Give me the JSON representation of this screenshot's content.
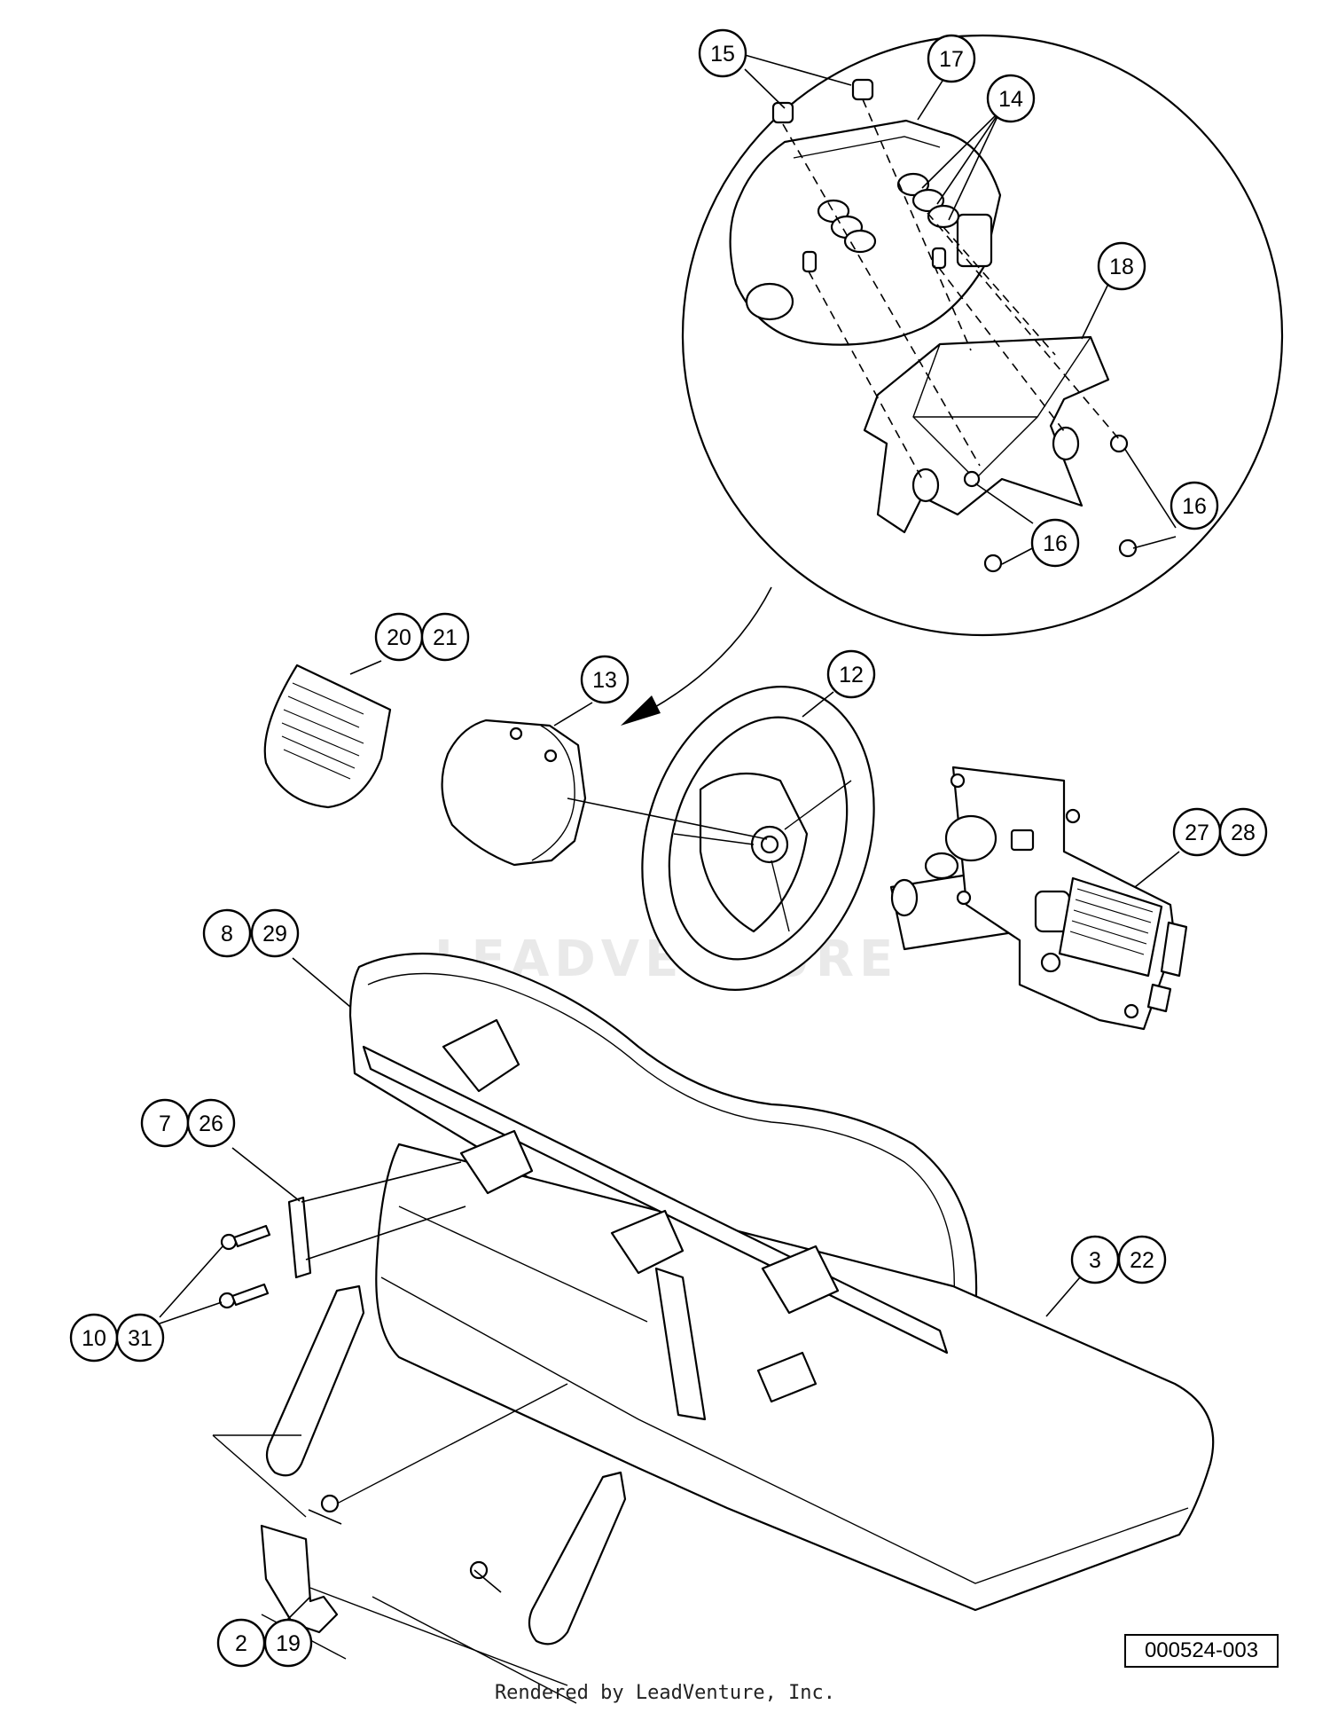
{
  "diagram": {
    "watermark": "LEADVENTURE",
    "drawing_number": "000524-003",
    "render_credit": "Rendered by LeadVenture, Inc.",
    "callouts": [
      {
        "id": "c15",
        "label": "15"
      },
      {
        "id": "c17",
        "label": "17"
      },
      {
        "id": "c14",
        "label": "14"
      },
      {
        "id": "c18",
        "label": "18"
      },
      {
        "id": "c16a",
        "label": "16"
      },
      {
        "id": "c16b",
        "label": "16"
      },
      {
        "id": "c20",
        "label": "20"
      },
      {
        "id": "c21",
        "label": "21"
      },
      {
        "id": "c13",
        "label": "13"
      },
      {
        "id": "c12",
        "label": "12"
      },
      {
        "id": "c27",
        "label": "27"
      },
      {
        "id": "c28",
        "label": "28"
      },
      {
        "id": "c8",
        "label": "8"
      },
      {
        "id": "c29",
        "label": "29"
      },
      {
        "id": "c7",
        "label": "7"
      },
      {
        "id": "c26",
        "label": "26"
      },
      {
        "id": "c3",
        "label": "3"
      },
      {
        "id": "c22",
        "label": "22"
      },
      {
        "id": "c10",
        "label": "10"
      },
      {
        "id": "c31",
        "label": "31"
      },
      {
        "id": "c2",
        "label": "2"
      },
      {
        "id": "c19",
        "label": "19"
      }
    ]
  }
}
